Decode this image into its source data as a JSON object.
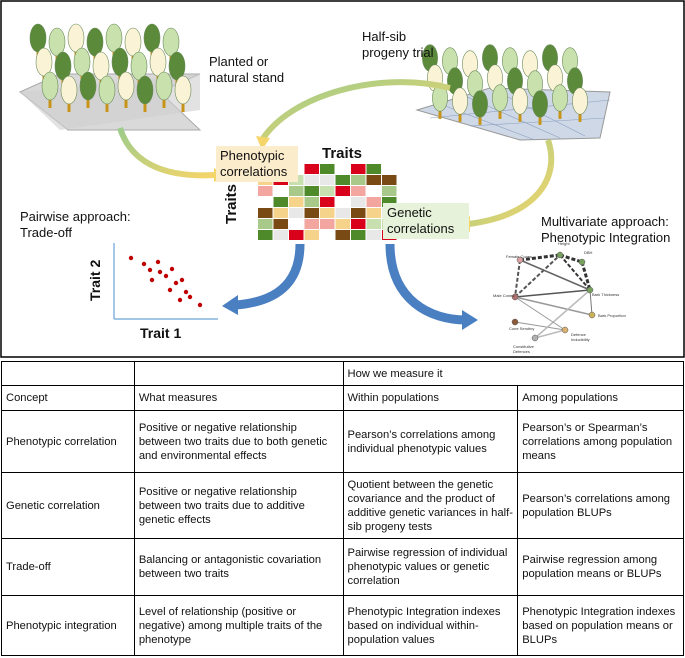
{
  "diagram": {
    "planted_stand_label": "Planted or natural stand",
    "halfsib_label": "Half-sib progeny trial",
    "phenotypic_correlations_label": "Phenotypic correlations",
    "genetic_correlations_label": "Genetic correlations",
    "traits_top_label": "Traits",
    "traits_side_label": "Traits",
    "pairwise_label": "Pairwise approach: Trade-off",
    "multivariate_label": "Multivariate approach: Phenotypic Integration",
    "trait1_label": "Trait 1",
    "trait2_label": "Trait 2",
    "network_nodes": [
      "Female Cones",
      "Height",
      "DBH",
      "Bark Thickness",
      "Male Cones",
      "Bark Proportion",
      "Cone Serotiny",
      "Defence Inducibility",
      "Constitutive Defences"
    ],
    "colors": {
      "tree_dark_green": "#5a8a3a",
      "tree_light_green": "#c9e1ad",
      "tree_cream": "#fbf3d6",
      "trunk": "#c89418",
      "phenotypic_box": "#fbeccb",
      "genetic_box": "#e6f2d9",
      "arrow_blue": "#4a7fc1",
      "arrow_yellow": "#f2c94c",
      "scatter_dot": "#c00000"
    }
  },
  "table": {
    "how_header": "How we measure it",
    "columns": [
      "Concept",
      "What measures",
      "Within populations",
      "Among populations"
    ],
    "rows": [
      [
        "Phenotypic correlation",
        "Positive or negative relationship between two traits due to both genetic and environmental effects",
        "Pearson’s correlations among individual phenotypic values",
        "Pearson’s or Spearman’s correlations among population means"
      ],
      [
        "Genetic correlation",
        "Positive or negative relationship between two traits due to additive genetic effects",
        "Quotient between the genetic covariance and the product of additive genetic variances in half-sib progeny tests",
        "Pearson’s correlations among population BLUPs"
      ],
      [
        "Trade-off",
        "Balancing or antagonistic covariation between two traits",
        "Pairwise regression of individual phenotypic values or genetic correlation",
        "Pairwise regression among population means or BLUPs"
      ],
      [
        "Phenotypic integration",
        "Level of relationship (positive or negative) among multiple traits of the phenotype",
        "Phenotypic Integration indexes based on individual within-population values",
        "Phenotypic Integration indexes based on population means or BLUPs"
      ]
    ]
  }
}
